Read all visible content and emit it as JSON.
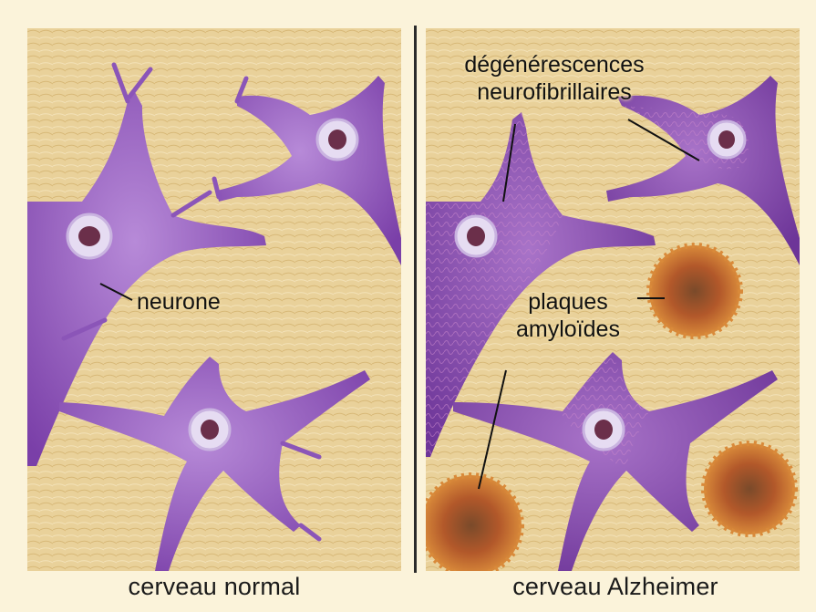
{
  "labels": {
    "neurone": "neurone",
    "degenerescences": "dégénérescences",
    "neurofibrillaires": "neurofibrillaires",
    "plaques": "plaques",
    "amyloides": "amyloïdes"
  },
  "captions": {
    "left": "cerveau normal",
    "right": "cerveau Alzheimer"
  },
  "colors": {
    "tissue": "#e8cf95",
    "neuron": "#8b55b8",
    "nucleus": "#6b2f4a",
    "plaque": "#9a4a22"
  }
}
